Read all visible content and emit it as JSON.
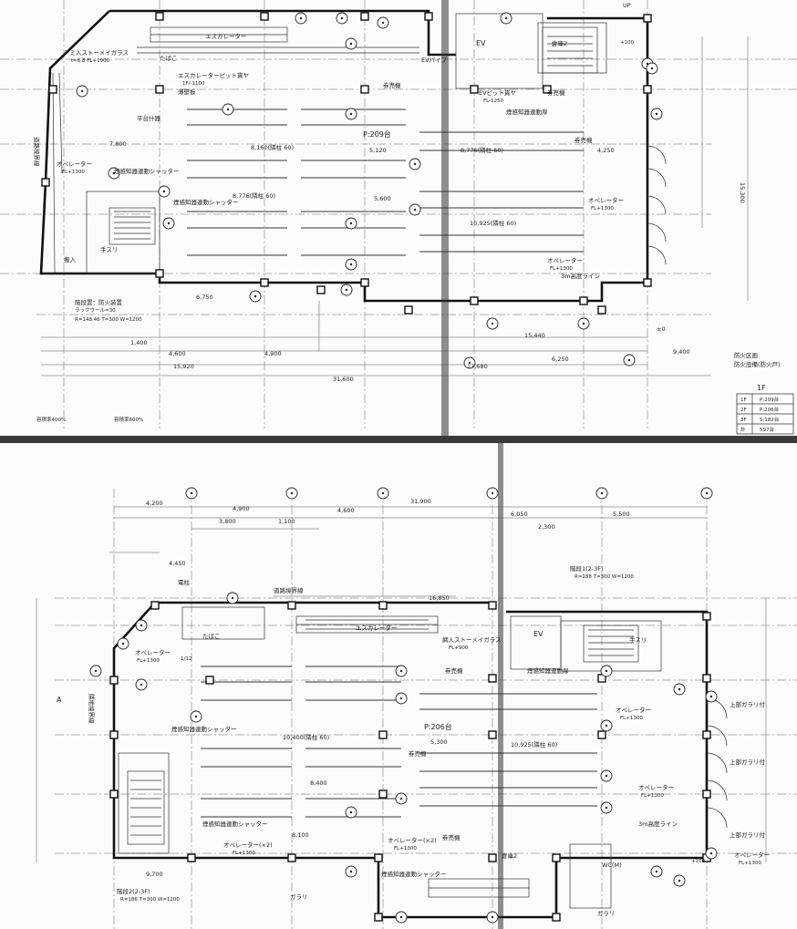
{
  "sheet1": {
    "labels": {
      "escalator": "エスカレーター",
      "escalator_pit": "エスカレーターピット貫ヤ",
      "pit_level": "1F/-1100",
      "aluminum": "アミ入ストーメイガラス",
      "aluminum_sub": "t=6.8 FL+1900",
      "tabako": "たばこ",
      "wall_note": "薄壁板",
      "table": "平台什器",
      "opera1": "オペレーター",
      "opera1_sub": "FL+1300",
      "shutter1": "煙感知器連動シャッター",
      "shutter2": "煙感知器連動シャッター",
      "entrance": "搬入",
      "handrail": "手スリ",
      "stair_note": "階段置：防火装置",
      "stair_sub": "ラックウール=30",
      "stair_dims": "R=148.46 T=300 W=1200",
      "warehouse": "倉庫2",
      "ev": "EV",
      "ev_pit": "EVピット貫ヤ",
      "ev_pit_sub": "FL-1250",
      "ev_label": "EVパイプ",
      "ticket1": "券売機",
      "ticket2": "券売機",
      "ticket3": "券売機",
      "fire_shutter": "煙感知器連動扉",
      "p_count": "P:209台",
      "opera2": "オペレーター",
      "opera2_sub": "FL+1300",
      "opera3": "オペレーター",
      "opera3_sub": "FL+1300",
      "line_3m": "3m高度ライン",
      "dim_10925": "10,925(隣柱 60)",
      "dim_8160": "8,160(隣柱 60)",
      "dim_8776": "8,776(隣柱 60)",
      "dim_8776b": "8,776(隣柱 60)",
      "dim_5120": "5,120",
      "dim_5600": "5,600",
      "dim_4250": "4,250",
      "dim_7800": "7,800",
      "dim_6750": "6,750",
      "dim_1400": "1,400",
      "dim_4600": "4,600",
      "dim_4900": "4,900",
      "dim_6250": "6,250",
      "dim_15920": "15,920",
      "dim_31600": "31,600",
      "dim_17680": "17,680",
      "dim_15440": "15,440",
      "dim_9400": "9,400",
      "dim_15300": "15,300",
      "road": "道路境界線",
      "up": "UP",
      "plus100": "+100",
      "plus0": "±0",
      "ratio1": "容積率400%",
      "ratio2": "容積率600%",
      "legend_title": "防火区画",
      "legend_sub": "防火設備(防火戸)",
      "floor_title": "1F"
    },
    "table": [
      {
        "floor": "1F",
        "count": "P:209台"
      },
      {
        "floor": "2F",
        "count": "P:206台"
      },
      {
        "floor": "3F",
        "count": "S:182台"
      },
      {
        "floor": "計",
        "count": "597台"
      }
    ]
  },
  "sheet2": {
    "labels": {
      "denchu": "電柱",
      "road": "道路境界線",
      "escalator": "エスカレーター",
      "aluminum": "網入ストーメイガラス",
      "aluminum_sub": "FL+900",
      "ev": "EV",
      "handrail": "手スリ",
      "tabako": "たばこ",
      "opera1": "オペレーター",
      "opera1_sub": "FL+1300",
      "shutter1": "煙感知器連動シャッター",
      "shutter2": "煙感知器連動シャッター",
      "shutter3": "煙感知器連動シャッター",
      "fire_door": "煙感知器連動扉",
      "ticket1": "券売機",
      "ticket2": "券売機",
      "ticket3": "券売機",
      "p_count": "P:206台",
      "dim_10400": "10,400(隣柱 60)",
      "dim_10925": "10,925(隣柱 60)",
      "dim_8400": "8,400",
      "dim_8100": "8,100",
      "dim_5300": "5,300",
      "dim_4200": "4,200",
      "dim_4900": "4,900",
      "dim_31900": "31,900",
      "dim_4600": "4,600",
      "dim_3800": "3,800",
      "dim_1100": "1,100",
      "dim_6050": "6,050",
      "dim_2300": "2,300",
      "dim_5500": "5,500",
      "dim_16850": "16,850",
      "dim_4450": "4,450",
      "opera2": "オペレーター",
      "opera2_sub": "FL+1300",
      "opera3": "オペレーター",
      "opera3_sub": "FL+1300",
      "opera4": "オペレーター(×2)",
      "opera4_sub": "FL+1300",
      "opera5": "オペレーター(×2)",
      "opera5_sub": "FL+1300",
      "opera6": "オペレーター",
      "opera6_sub": "FL+1300",
      "warehouse": "倉庫2",
      "wc": "WC(M)",
      "line_3m": "3m高度ライン",
      "glass1": "上部ガラリ付",
      "glass2": "上部ガラリ付",
      "glass3": "上部ガラリ付",
      "gallery": "ガラリ",
      "gallery2": "ガラリ",
      "stair1": "階段1(2-3F)",
      "stair1_sub": "R=188 T=300 W=1200",
      "stair2": "階段2(2-3F)",
      "stair2_sub": "R=186 T=300 W=1200",
      "dim_9700": "9,700",
      "slope": "1/12",
      "plus100": "+100",
      "road_wall": "隣地境界線",
      "label_a": "A"
    }
  }
}
